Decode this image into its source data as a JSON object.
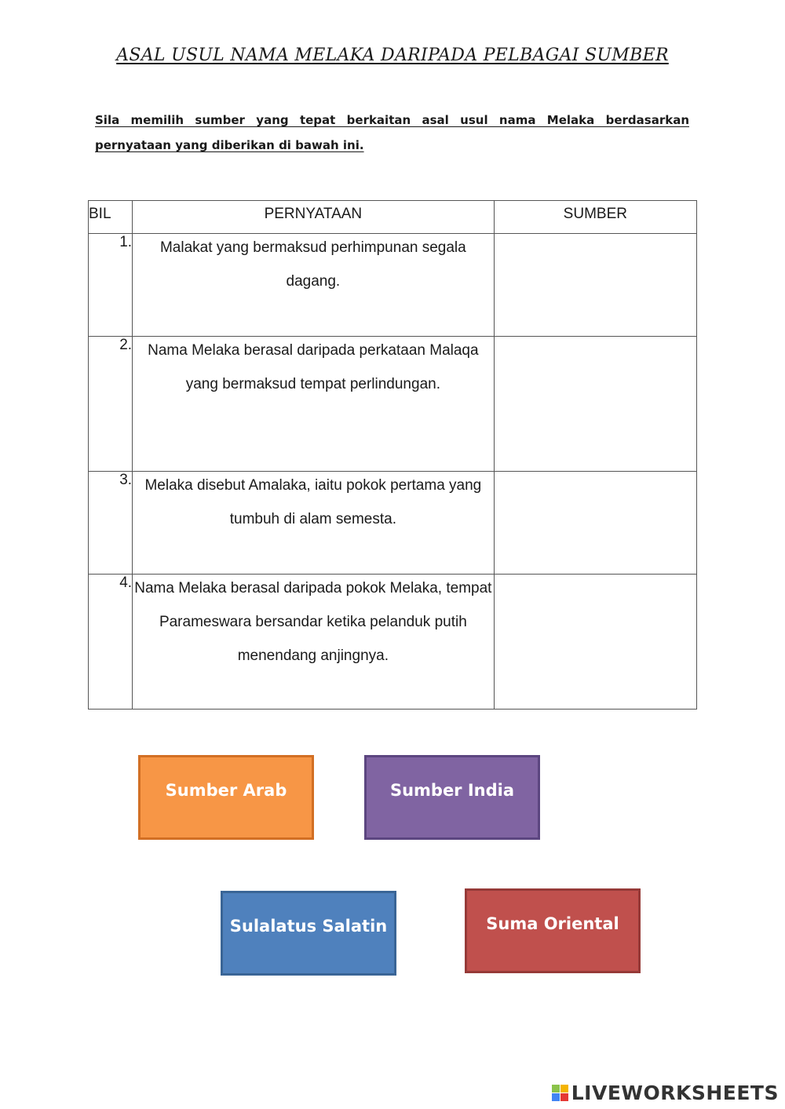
{
  "title": "ASAL USUL NAMA MELAKA DARIPADA PELBAGAI SUMBER",
  "instruction": "Sila memilih sumber yang tepat berkaitan asal usul nama Melaka berdasarkan pernyataan yang diberikan di bawah ini.",
  "table": {
    "headers": [
      "BIL",
      "PERNYATAAN",
      "SUMBER"
    ],
    "rows": [
      {
        "num": "1.",
        "statement": "Malakat yang bermaksud perhimpunan segala dagang.",
        "answer": ""
      },
      {
        "num": "2.",
        "statement": "Nama Melaka berasal daripada perkataan Malaqa yang bermaksud tempat perlindungan.",
        "answer": ""
      },
      {
        "num": "3.",
        "statement": "Melaka disebut Amalaka, iaitu pokok pertama yang tumbuh di alam semesta.",
        "answer": ""
      },
      {
        "num": "4.",
        "statement": "Nama Melaka berasal daripada pokok Melaka, tempat Parameswara bersandar ketika pelanduk putih menendang anjingnya.",
        "answer": ""
      }
    ]
  },
  "sources": [
    {
      "label": "Sumber Arab",
      "fill": "#f79646",
      "border": "#d26f24"
    },
    {
      "label": "Sumber India",
      "fill": "#8064a2",
      "border": "#5c4680"
    },
    {
      "label": "Sulalatus Salatin",
      "fill": "#4f81bd",
      "border": "#3a6596"
    },
    {
      "label": "Suma Oriental",
      "fill": "#c0504d",
      "border": "#963a38"
    }
  ],
  "brand": {
    "name": "LIVEWORKSHEETS",
    "logo_colors": [
      "#8bc34a",
      "#f4b400",
      "#4285f4",
      "#e53935"
    ]
  }
}
